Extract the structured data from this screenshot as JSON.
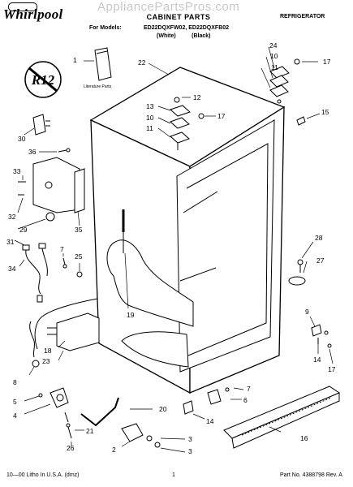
{
  "header": {
    "brand": "Whirlpool",
    "watermark": "AppliancePartsPros.com",
    "title": "CABINET PARTS",
    "category": "REFRIGERATOR",
    "models_prefix": "For Models:",
    "models": "ED22DQXFW02, ED22DQXFB02",
    "colors": "(White)          (Black)"
  },
  "labels": {
    "literature": "Literature Parts",
    "r12_badge": "R12"
  },
  "part_numbers": {
    "p1": "1",
    "p22": "22",
    "p24": "24",
    "p10a": "10",
    "p11a": "11",
    "p17a": "17",
    "p12": "12",
    "p13": "13",
    "p10b": "10",
    "p11b": "11",
    "p17b": "17",
    "p15": "15",
    "p30": "30",
    "p36": "36",
    "p33": "33",
    "p32": "32",
    "p29": "29",
    "p31": "31",
    "p35": "35",
    "p7a": "7",
    "p25": "25",
    "p34": "34",
    "p28": "28",
    "p27": "27",
    "p19": "19",
    "p9": "9",
    "p18": "18",
    "p23": "23",
    "p14a": "14",
    "p17c": "17",
    "p8": "8",
    "p7b": "7",
    "p6": "6",
    "p5": "5",
    "p4": "4",
    "p20": "20",
    "p14b": "14",
    "p21": "21",
    "p26": "26",
    "p3a": "3",
    "p3b": "3",
    "p2": "2",
    "p16": "16"
  },
  "footer": {
    "left": "10—00 Litho In U.S.A. (dmz)",
    "page": "1",
    "right": "Part No. 4388798 Rev. A"
  }
}
